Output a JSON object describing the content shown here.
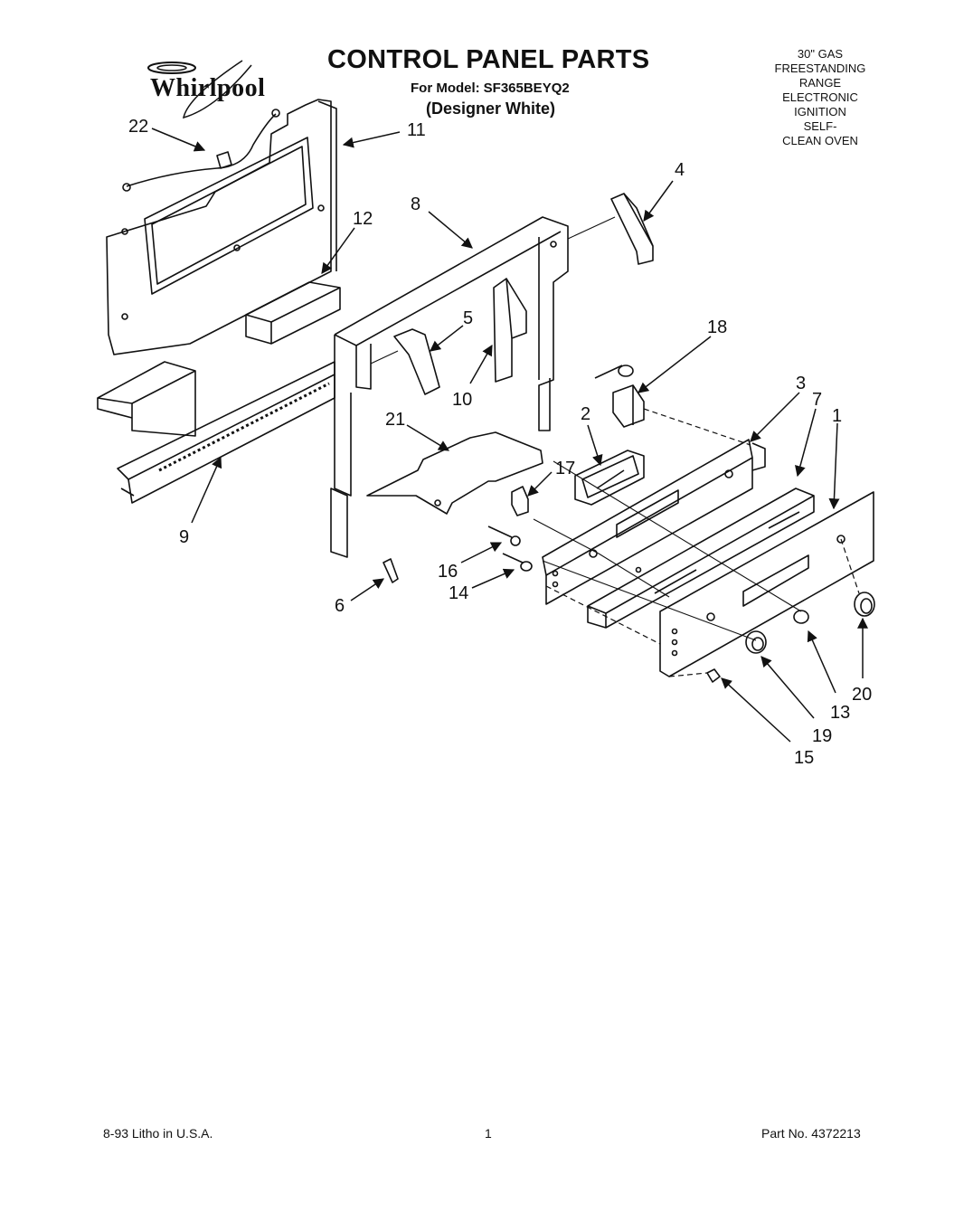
{
  "header": {
    "brand": "Whirlpool",
    "title": "CONTROL PANEL PARTS",
    "model_prefix": "For Model:",
    "model_number": "SF365BEYQ2",
    "finish": "(Designer White)"
  },
  "spec_block": {
    "lines": [
      "30\" GAS",
      "FREESTANDING",
      "RANGE",
      "ELECTRONIC",
      "IGNITION",
      "SELF-",
      "CLEAN OVEN"
    ]
  },
  "callouts": {
    "c1": "1",
    "c2": "2",
    "c3": "3",
    "c4": "4",
    "c5": "5",
    "c6": "6",
    "c7": "7",
    "c8": "8",
    "c9": "9",
    "c10": "10",
    "c11": "11",
    "c12": "12",
    "c13": "13",
    "c14": "14",
    "c15": "15",
    "c16": "16",
    "c17": "17",
    "c18": "18",
    "c19": "19",
    "c20": "20",
    "c21": "21",
    "c22": "22"
  },
  "footer": {
    "print_info": "8-93  Litho in U.S.A.",
    "page": "1",
    "part_number": "Part No. 4372213"
  }
}
